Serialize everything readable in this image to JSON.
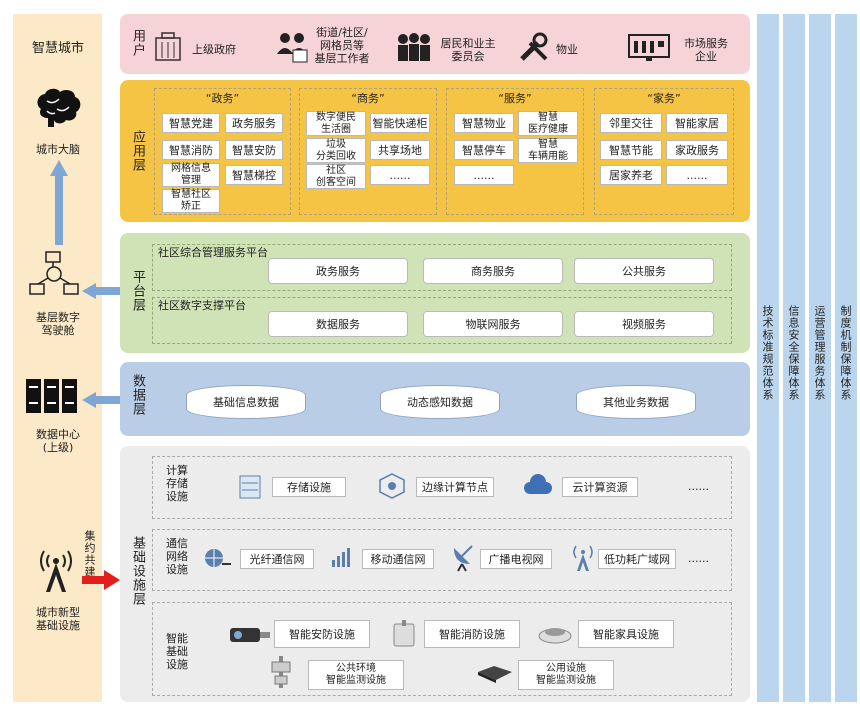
{
  "left": {
    "title": "智慧城市",
    "brain": "城市大脑",
    "cockpit": "基层数字\n驾驶舱",
    "dc": "数据中心\n(上级)",
    "infra": "城市新型\n基础设施",
    "jyj": "集约共建"
  },
  "users": {
    "label": "用户",
    "items": [
      "上级政府",
      "街道/社区/\n网格员等\n基层工作者",
      "居民和业主\n委员会",
      "物业",
      "市场服务\n企业"
    ]
  },
  "app": {
    "label": "应用层",
    "groups": [
      {
        "title": "“政务”",
        "items": [
          "智慧党建",
          "政务服务",
          "智慧消防",
          "智慧安防",
          "网格信息\n管理",
          "智慧梯控",
          "智慧社区\n矫正"
        ]
      },
      {
        "title": "“商务”",
        "items": [
          "数字便民\n生活圈",
          "智能快递柜",
          "垃圾\n分类回收",
          "共享场地",
          "社区\n创客空间",
          "......"
        ]
      },
      {
        "title": "“服务”",
        "items": [
          "智慧物业",
          "智慧\n医疗健康",
          "智慧停车",
          "智慧\n车辆用能",
          "......"
        ]
      },
      {
        "title": "“家务”",
        "items": [
          "邻里交往",
          "智能家居",
          "智慧节能",
          "家政服务",
          "居家养老",
          "......"
        ]
      }
    ]
  },
  "platform": {
    "label": "平台层",
    "p1": {
      "title": "社区综合管理服务平台",
      "items": [
        "政务服务",
        "商务服务",
        "公共服务"
      ]
    },
    "p2": {
      "title": "社区数字支撑平台",
      "items": [
        "数据服务",
        "物联网服务",
        "视频服务"
      ]
    }
  },
  "data": {
    "label": "数据层",
    "items": [
      "基础信息数据",
      "动态感知数据",
      "其他业务数据"
    ]
  },
  "infra": {
    "label": "基础设施层",
    "r1": {
      "title": "计算\n存储\n设施",
      "items": [
        "存储设施",
        "边缘计算节点",
        "云计算资源",
        "......"
      ]
    },
    "r2": {
      "title": "通信\n网络\n设施",
      "items": [
        "光纤通信网",
        "移动通信网",
        "广播电视网",
        "低功耗广域网",
        "......"
      ]
    },
    "r3": {
      "title": "智能\n基础\n设施",
      "items": [
        "智能安防设施",
        "智能消防设施",
        "智能家具设施",
        "公共环境\n智能监测设施",
        "公用设施\n智能监测设施"
      ]
    }
  },
  "right": [
    "技术标准规范体系",
    "信息安全保障体系",
    "运营管理服务体系",
    "制度机制保障体系"
  ],
  "colors": {
    "users": "#f6d3d6",
    "app": "#f6c445",
    "platform": "#cfe3b6",
    "data": "#b9cde6",
    "infra": "#ececec",
    "right": "#bcd5ee",
    "left": "#fbe9c7"
  }
}
